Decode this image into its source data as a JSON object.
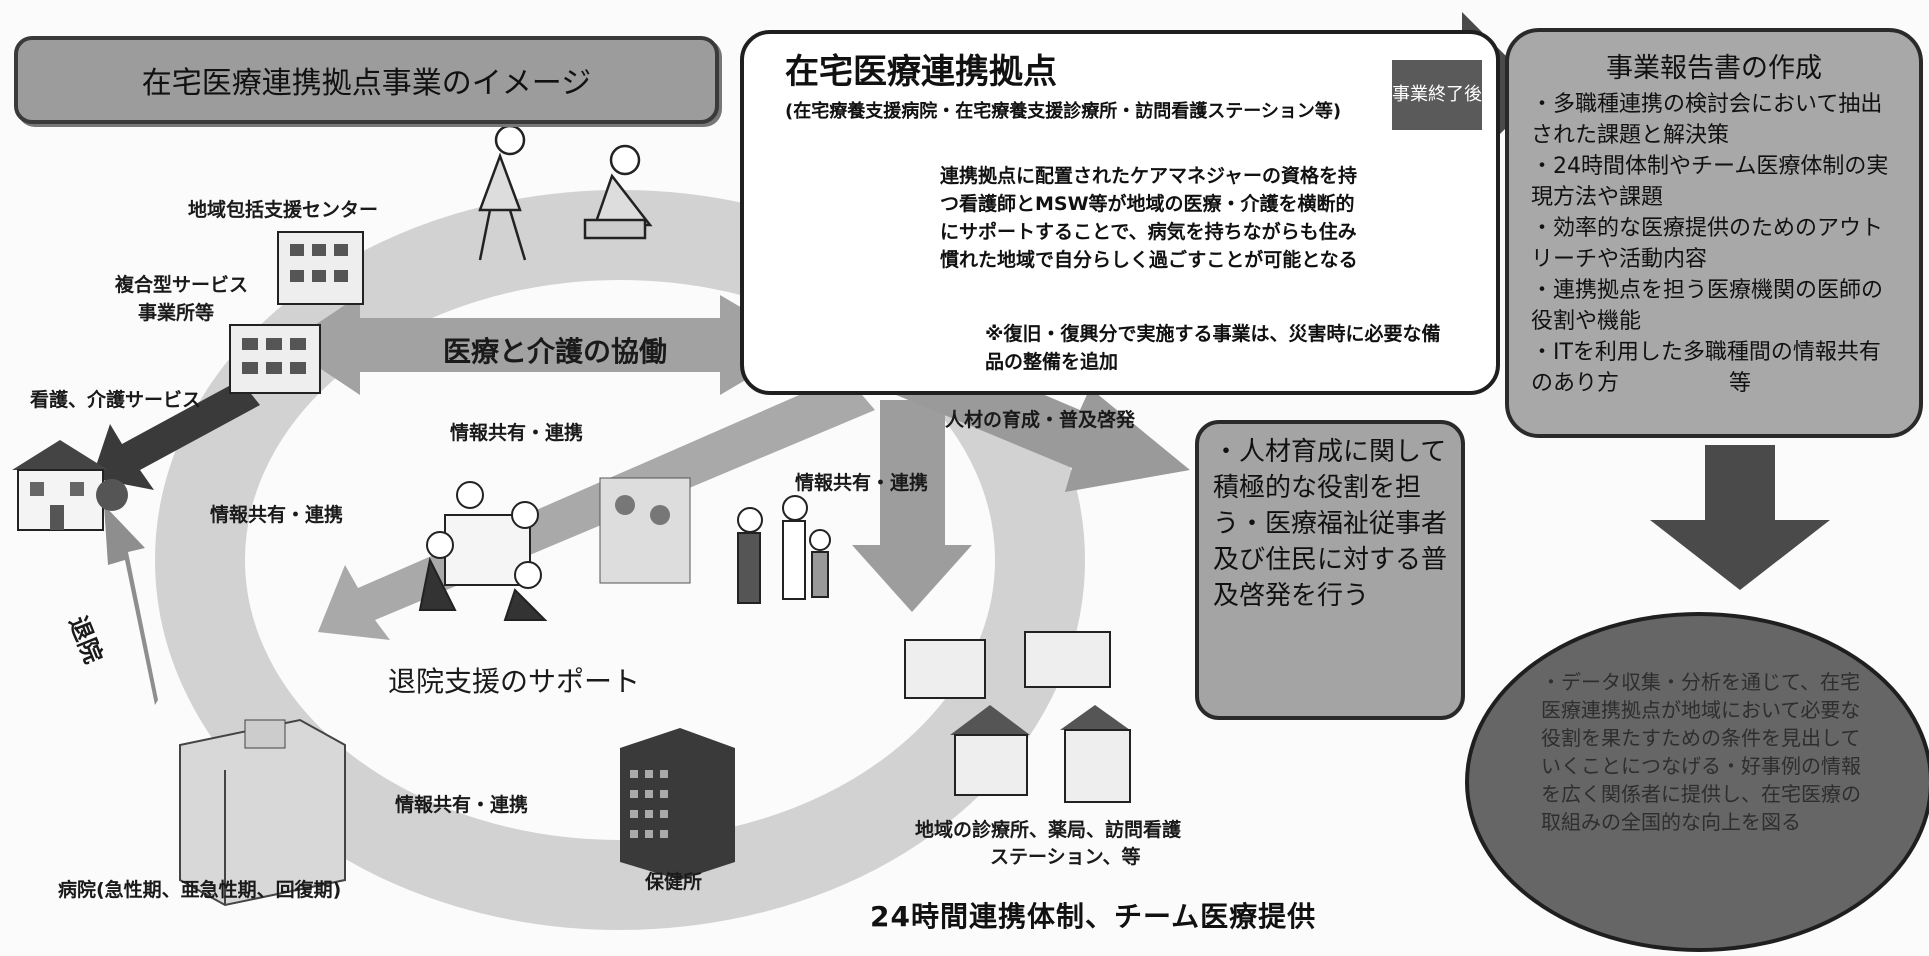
{
  "title": "在宅医療連携拠点事業のイメージ",
  "hub": {
    "title": "在宅医療連携拠点",
    "subtitle": "(在宅療養支援病院・在宅療養支援診療所・訪問看護ステーション等)",
    "description": "連携拠点に配置されたケアマネジャーの資格を持つ看護師とMSW等が地域の医療・介護を横断的にサポートすることで、病気を持ちながらも住み慣れた地域で自分らしく過ごすことが可能となる",
    "note": "※復旧・復興分で実施する事業は、災害時に必要な備品の整備を追加"
  },
  "after_label": "事業終了後",
  "report": {
    "title": "事業報告書の作成",
    "items": [
      "・多職種連携の検討会において抽出された課題と解決策",
      "・24時間体制やチーム医療体制の実現方法や課題",
      "・効率的な医療提供のためのアウトリーチや活動内容",
      "・連携拠点を担う医療機関の医師の役割や機能",
      "・ITを利用した多職種間の情報共有のあり方　　　　　等"
    ]
  },
  "labels": {
    "houkatsu": "地域包括支援センター",
    "fukugou_1": "複合型サービス",
    "fukugou_2": "事業所等",
    "kango": "看護、介護サービス",
    "iryo_kaigo": "医療と介護の協働",
    "joho_1": "情報共有・連携",
    "joho_2": "情報共有・連携",
    "joho_3": "情報共有・連携",
    "joho_4": "情報共有・連携",
    "jinzai": "人材の育成・普及啓発",
    "taiin": "退院",
    "taiin_support": "退院支援のサポート",
    "hospital": "病院(急性期、亜急性期、回復期)",
    "hokenjo": "保健所",
    "local_1": "地域の診療所、薬局、訪問看護",
    "local_2": "ステーション、等"
  },
  "education": "・人材育成に関して積極的な役割を担う・医療福祉従事者及び住民に対する普及啓発を行う",
  "result": "・データ収集・分析を通じて、在宅医療連携拠点が地域において必要な役割を果たすための条件を見出していくことにつなげる・好事例の情報を広く関係者に提供し、在宅医療の取組みの全国的な向上を図る",
  "footer": "24時間連携体制、チーム医療提供"
}
